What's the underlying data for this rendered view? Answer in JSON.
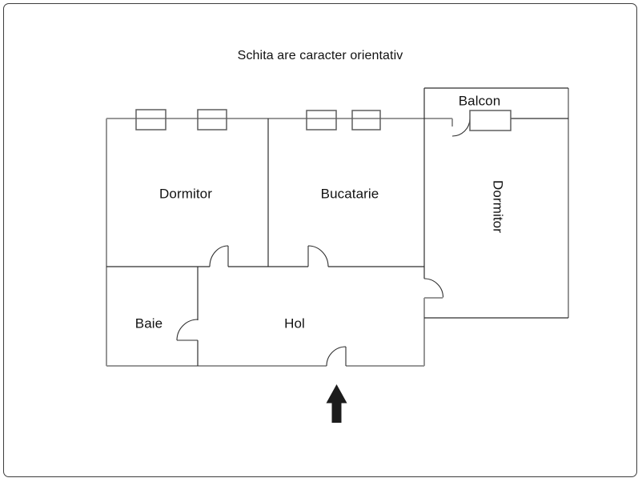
{
  "title": "Schita are caracter orientativ",
  "rooms": {
    "dormitor_left": "Dormitor",
    "bucatarie": "Bucatarie",
    "dormitor_right": "Dormitor",
    "baie": "Baie",
    "hol": "Hol",
    "balcon": "Balcon"
  },
  "entrance": {
    "arrow_direction": "up"
  },
  "colors": {
    "background": "#ffffff",
    "outer_border": "#3c3c3c",
    "wall_dark": "#2e2e2e",
    "wall_gray": "#8a8a8a",
    "window_stroke": "#5f5f5f",
    "arrow": "#1c1c1c",
    "text": "#121212"
  }
}
